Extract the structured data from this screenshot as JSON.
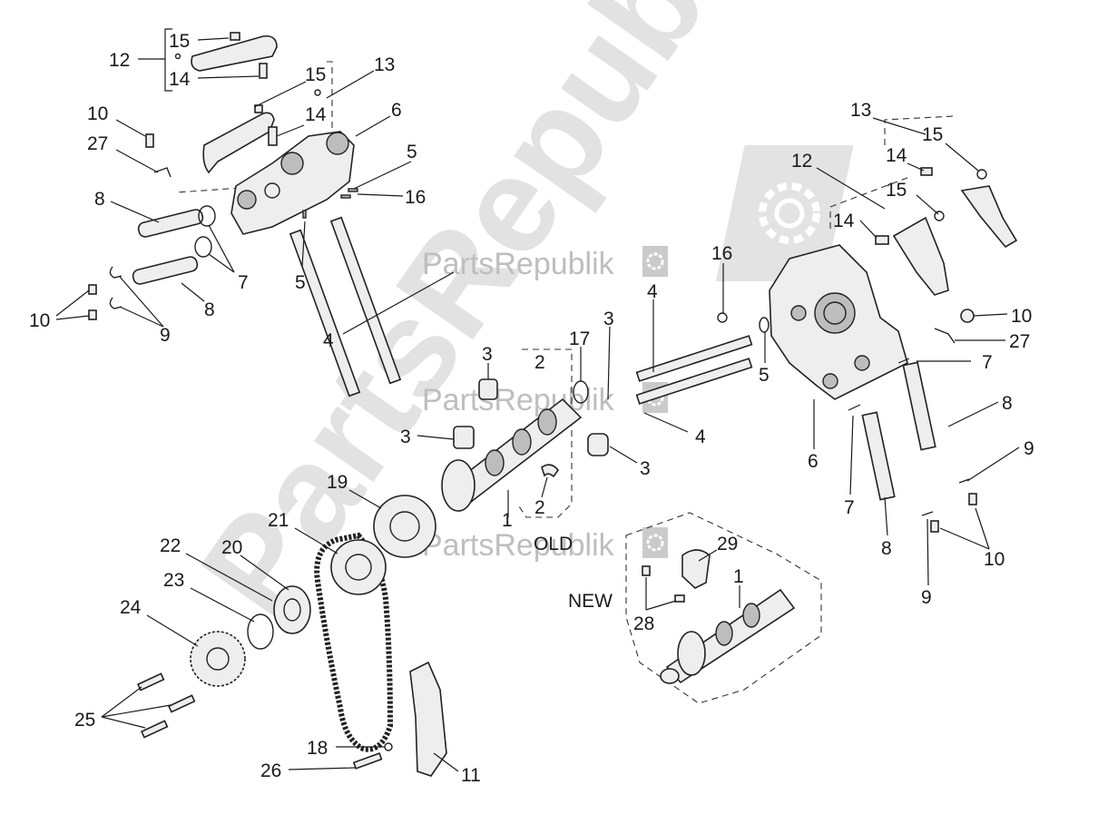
{
  "watermark": {
    "brand": "PartsRepublik",
    "gear_icon": "gear-icon",
    "color": "#8a8a8a"
  },
  "callouts": {
    "c1a": "1",
    "c1b": "1",
    "c2a": "2",
    "c2b": "2",
    "c3a": "3",
    "c3b": "3",
    "c3c": "3",
    "c3d": "3",
    "c4a": "4",
    "c4b": "4",
    "c4c": "4",
    "c5a": "5",
    "c5b": "5",
    "c5c": "5",
    "c6a": "6",
    "c6b": "6",
    "c7a": "7",
    "c7b": "7",
    "c7c": "7",
    "c8a": "8",
    "c8b": "8",
    "c8c": "8",
    "c8d": "8",
    "c9a": "9",
    "c9b": "9",
    "c9c": "9",
    "c10a": "10",
    "c10b": "10",
    "c10c": "10",
    "c10d": "10",
    "c11": "11",
    "c12a": "12",
    "c12b": "12",
    "c13a": "13",
    "c13b": "13",
    "c14a": "14",
    "c14b": "14",
    "c14c": "14",
    "c14d": "14",
    "c15a": "15",
    "c15b": "15",
    "c15c": "15",
    "c15d": "15",
    "c16a": "16",
    "c16b": "16",
    "c17": "17",
    "c18": "18",
    "c19": "19",
    "c20": "20",
    "c21": "21",
    "c22": "22",
    "c23": "23",
    "c24": "24",
    "c25": "25",
    "c26": "26",
    "c27a": "27",
    "c27b": "27",
    "c28": "28",
    "c29": "29"
  },
  "variant_labels": {
    "old": "OLD",
    "new": "NEW"
  }
}
